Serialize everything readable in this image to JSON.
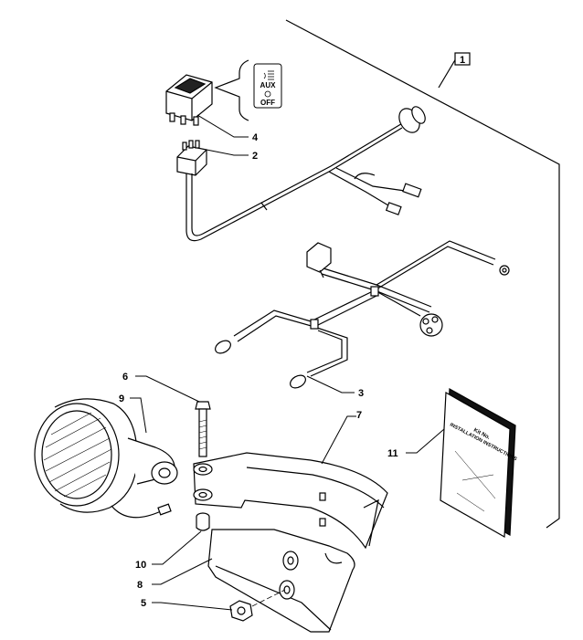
{
  "diagram": {
    "callouts": [
      {
        "id": "1",
        "boxed": true
      },
      {
        "id": "2"
      },
      {
        "id": "3"
      },
      {
        "id": "4"
      },
      {
        "id": "5"
      },
      {
        "id": "6"
      },
      {
        "id": "7"
      },
      {
        "id": "8"
      },
      {
        "id": "9"
      },
      {
        "id": "10"
      },
      {
        "id": "11"
      }
    ],
    "switch_label": {
      "aux": "AUX",
      "off": "OFF"
    },
    "manual": {
      "line1": "Kit No.",
      "line2": "INSTALLATION INSTRUCTIONS"
    }
  },
  "icons": {
    "switch_symbol": "work-light-icon"
  }
}
